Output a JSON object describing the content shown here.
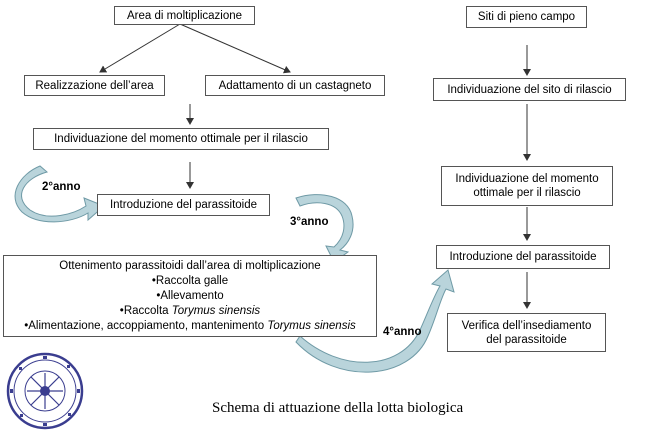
{
  "left_flow": {
    "area": "Area di moltiplicazione",
    "realizzazione": "Realizzazione dell’area",
    "adattamento": "Adattamento di un castagneto",
    "individuazione": "Individuazione del momento ottimale per il rilascio",
    "introduzione": "Introduzione del parassitoide",
    "ottenimento": {
      "title": "Ottenimento parassitoidi dall’area di moltiplicazione",
      "item1": "•Raccolta galle",
      "item2": "•Allevamento",
      "item3_prefix": "•Raccolta ",
      "item3_species": "Torymus sinensis",
      "item4_prefix": "•Alimentazione, accoppiamento, mantenimento ",
      "item4_species": "Torymus sinensis"
    }
  },
  "right_flow": {
    "siti": "Siti di pieno campo",
    "individuazione_sito": "Individuazione del sito di rilascio",
    "individuazione_momento_line1": "Individuazione del momento",
    "individuazione_momento_line2": "ottimale per il rilascio",
    "introduzione": "Introduzione del parassitoide",
    "verifica_line1": "Verifica dell’insediamento",
    "verifica_line2": "del parassitoide"
  },
  "cycle_labels": {
    "anno2": "2°anno",
    "anno3": "3°anno",
    "anno4": "4°anno"
  },
  "caption": "Schema di attuazione della lotta biologica",
  "colors": {
    "curved_arrow_fill": "#b9d4db",
    "curved_arrow_stroke": "#6f9aa6",
    "line": "#333333"
  }
}
